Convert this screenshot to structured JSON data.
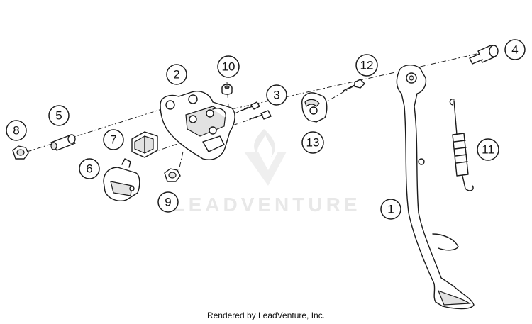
{
  "callouts": {
    "c1": "1",
    "c2": "2",
    "c3": "3",
    "c4": "4",
    "c5": "5",
    "c6": "6",
    "c7": "7",
    "c8": "8",
    "c9": "9",
    "c10": "10",
    "c11": "11",
    "c12": "12",
    "c13": "13"
  },
  "watermark": {
    "text": "LEADVENTURE"
  },
  "footer": {
    "credit": "Rendered by LeadVenture, Inc."
  }
}
